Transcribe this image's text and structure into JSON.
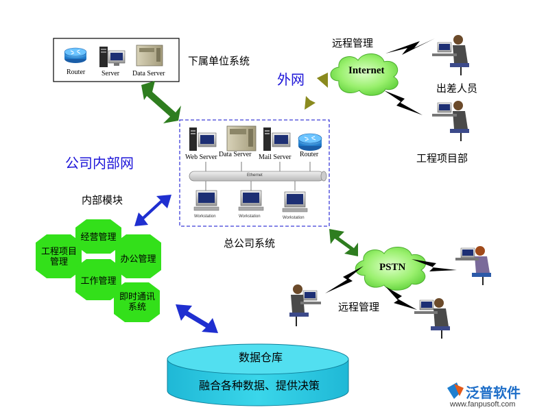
{
  "subsidiary": {
    "title": "下属单位系统",
    "devices": [
      "Router",
      "Server",
      "Data Server"
    ]
  },
  "external_net": "外网",
  "internet_cloud": "Internet",
  "remote_top": "远程管理",
  "travel_staff": "出差人员",
  "project_dept": "工程项目部",
  "company_intranet": "公司内部网",
  "hq": {
    "title": "总公司系统",
    "servers": [
      "Web Server",
      "Data Server",
      "Mail Server",
      "Router"
    ],
    "bus_label": "Ethernet",
    "workstations": [
      "Workstation",
      "Workstation",
      "Workstation"
    ]
  },
  "internal_modules": {
    "title": "内部模块",
    "modules": [
      "经营管理",
      "工程项目管理",
      "办公管理",
      "工作管理",
      "即时通讯系统"
    ]
  },
  "pstn_cloud": "PSTN",
  "remote_bottom": "远程管理",
  "warehouse": {
    "title": "数据仓库",
    "subtitle": "融合各种数据、提供决策"
  },
  "brand": {
    "name": "泛普软件",
    "url": "www.fanpusoft.com"
  },
  "colors": {
    "arrow_green": "#2e7d1f",
    "arrow_olive": "#8a8a1e",
    "arrow_blue": "#1f2fd0",
    "hex_green": "#33e01a",
    "cylinder": "#22c8e0",
    "title_blue": "#1c14d8"
  }
}
